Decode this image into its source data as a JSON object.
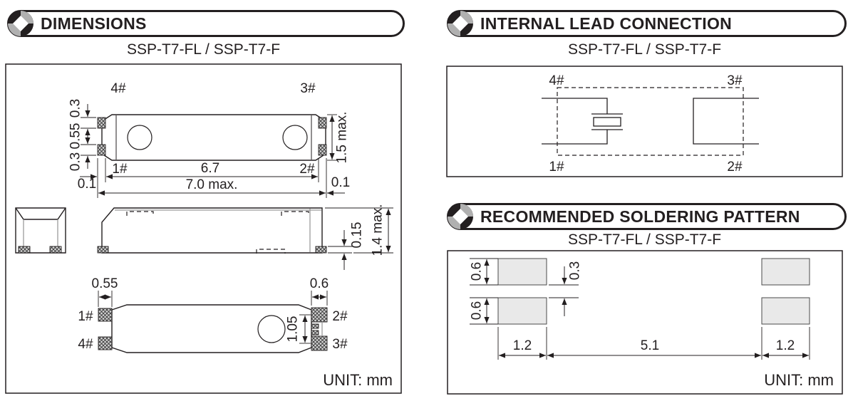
{
  "colors": {
    "line": "#231f20",
    "pad_fill": "#e9e9e9",
    "hatch_fill": "#d9d9d9",
    "gray_line": "#9b9b9b"
  },
  "dimensions": {
    "badge_icon": "pinwheel-badge",
    "title": "DIMENSIONS",
    "subtitle": "SSP-T7-FL / SSP-T7-F",
    "unit": "UNIT: mm",
    "top_view": {
      "pin_4": "4#",
      "pin_3": "3#",
      "pin_1": "1#",
      "pin_2": "2#",
      "dim_pad_top": "0.3",
      "dim_pad_gap": "0.55",
      "dim_pad_bottom": "0.3",
      "dim_inner_length": "6.7",
      "dim_total_length": "7.0 max.",
      "dim_margin_left": "0.1",
      "dim_margin_right": "0.1",
      "dim_width": "1.5 max."
    },
    "side_view": {
      "dim_pad_thickness": "0.15",
      "dim_height": "1.4 max."
    },
    "bottom_view": {
      "pin_1": "1#",
      "pin_4": "4#",
      "pin_2": "2#",
      "pin_3": "3#",
      "dim_pad_width_left": "0.55",
      "dim_pad_width_right": "0.6",
      "dim_pad_pitch": "1.05"
    }
  },
  "internal_lead": {
    "badge_icon": "pinwheel-badge",
    "title": "INTERNAL LEAD CONNECTION",
    "subtitle": "SSP-T7-FL / SSP-T7-F",
    "pin_4": "4#",
    "pin_3": "3#",
    "pin_1": "1#",
    "pin_2": "2#"
  },
  "soldering": {
    "badge_icon": "pinwheel-badge",
    "title": "RECOMMENDED SOLDERING PATTERN",
    "subtitle": "SSP-T7-FL / SSP-T7-F",
    "unit": "UNIT: mm",
    "dim_pad_height_top": "0.6",
    "dim_pad_height_bottom": "0.6",
    "dim_vertical_gap": "0.3",
    "dim_pad_width_left": "1.2",
    "dim_center_span": "5.1",
    "dim_pad_width_right": "1.2"
  }
}
